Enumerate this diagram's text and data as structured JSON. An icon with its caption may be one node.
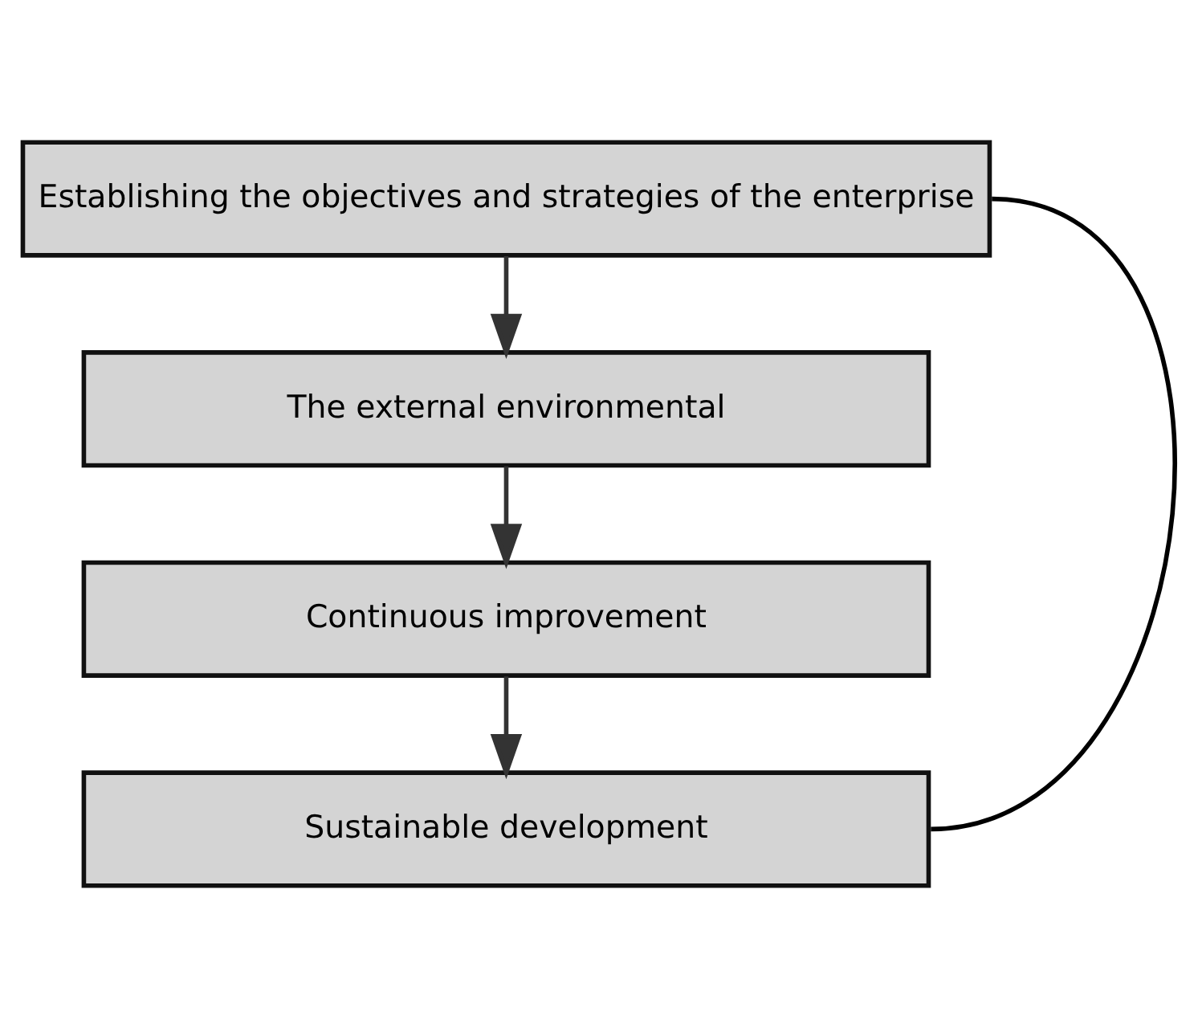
{
  "diagram": {
    "nodes": [
      {
        "text": [
          "Establishing the objectives and strategies of the enterprise"
        ]
      },
      {
        "text": [
          "The external environmental"
        ]
      },
      {
        "text": [
          "Continuous improvement"
        ]
      },
      {
        "text": [
          "Sustainable development"
        ]
      }
    ],
    "edges": [
      {
        "from": 0,
        "to": 1,
        "arrow": "to"
      },
      {
        "from": 1,
        "to": 2,
        "arrow": "to"
      },
      {
        "from": 2,
        "to": 3,
        "arrow": "to"
      },
      {
        "from": 3,
        "to": 0,
        "arrow": "none"
      }
    ]
  }
}
